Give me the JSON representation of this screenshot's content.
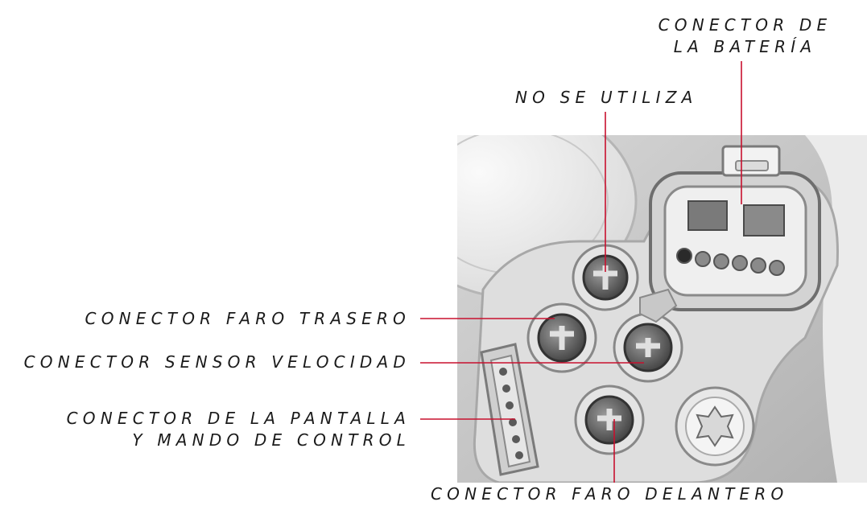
{
  "labels": {
    "battery_connector": "CONECTOR DE\nLA BATERÍA",
    "not_used": "NO SE UTILIZA",
    "rear_light_connector": "CONECTOR FARO TRASERO",
    "speed_sensor_connector": "CONECTOR SENSOR VELOCIDAD",
    "display_connector": "CONECTOR DE LA PANTALLA\nY MANDO DE CONTROL",
    "front_light_connector": "CONECTOR FARO DELANTERO"
  },
  "colors": {
    "leader_line": "#c8102e",
    "text": "#1a1a1a"
  }
}
